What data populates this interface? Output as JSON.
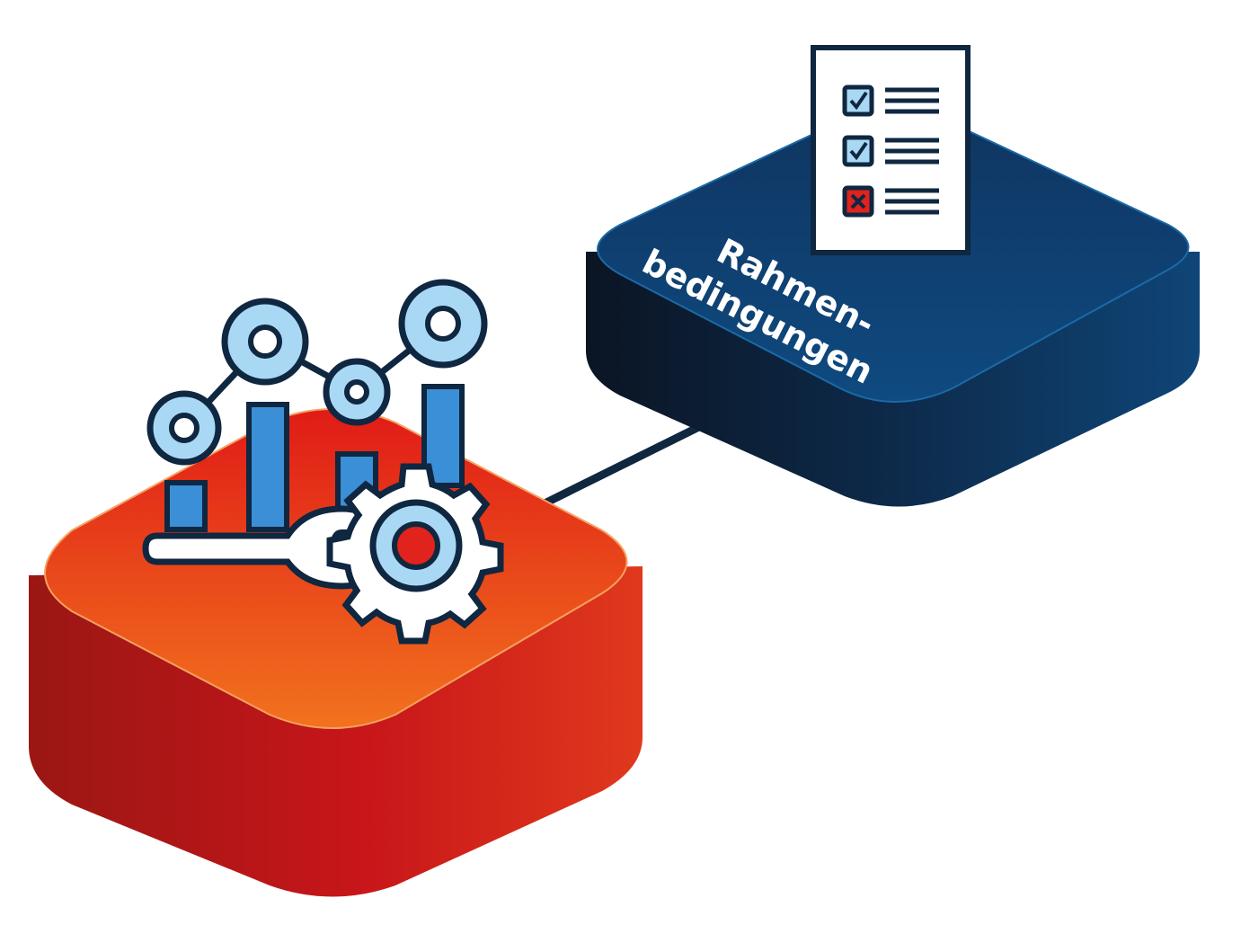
{
  "diagram": {
    "frame_block": {
      "label_line1": "Rahmen-",
      "label_line2": "bedingungen"
    },
    "checklist": {
      "items": [
        {
          "state": "checked",
          "icon": "checkmark-icon"
        },
        {
          "state": "checked",
          "icon": "checkmark-icon"
        },
        {
          "state": "failed",
          "icon": "x-mark-icon"
        }
      ]
    },
    "process_block": {
      "icon": "analytics-gear-wrench-icon"
    },
    "colors": {
      "navy_block": "#0f3d6b",
      "navy_dark": "#0b1a2e",
      "red_block_top": "#e84a17",
      "red_block_side": "#c8171a",
      "icon_outline": "#0f2740",
      "icon_blue": "#3a8fd6",
      "icon_light_blue": "#a9d8f5",
      "check_red": "#e0231c"
    }
  }
}
